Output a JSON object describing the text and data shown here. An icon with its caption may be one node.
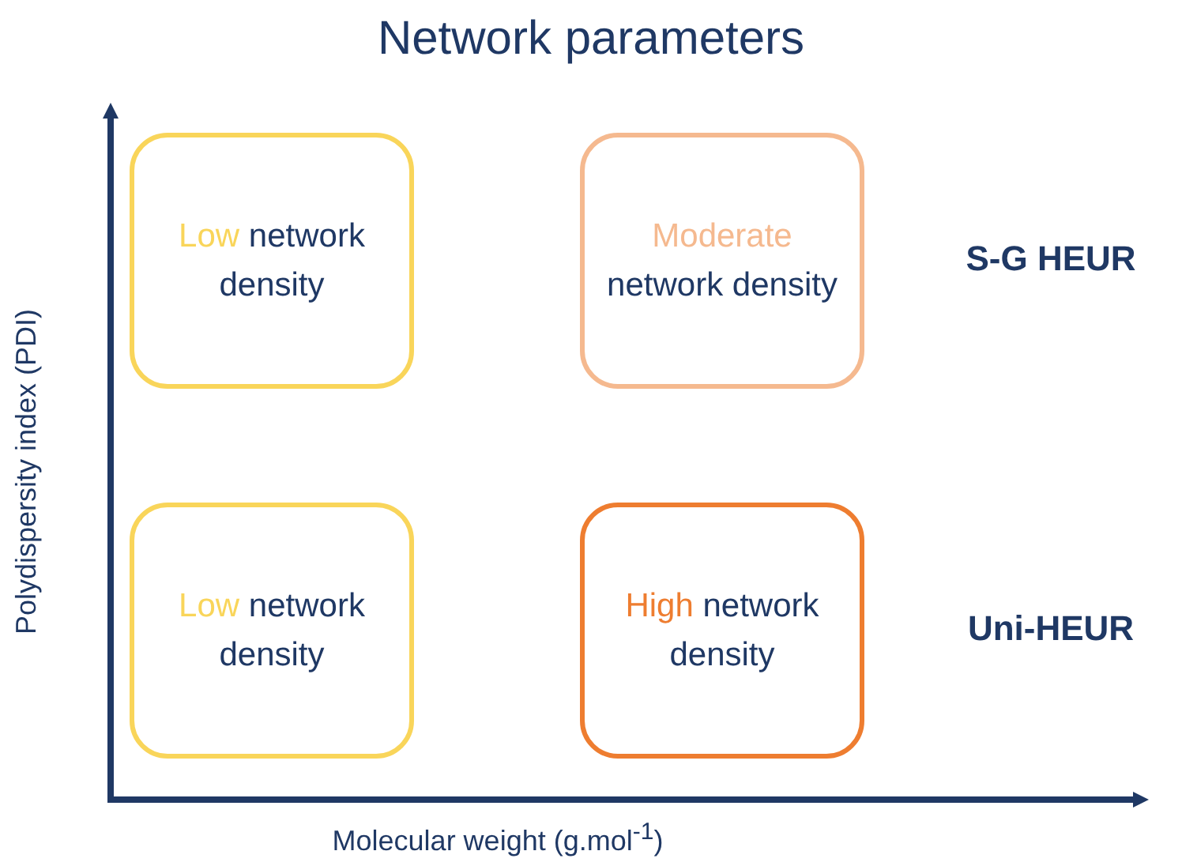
{
  "diagram": {
    "title": "Network parameters",
    "nodes": [
      {
        "text": [
          "Low network density"
        ]
      },
      {
        "text": [
          "Moderate network density"
        ]
      },
      {
        "text": [
          "Low network density"
        ]
      },
      {
        "text": [
          "High network density"
        ]
      }
    ],
    "edges": [],
    "labels": [
      "S-G HEUR",
      "Uni-HEUR",
      "Polydispersity index (PDI)",
      "Molecular weight (g.mol$^{-1}$)"
    ]
  }
}
